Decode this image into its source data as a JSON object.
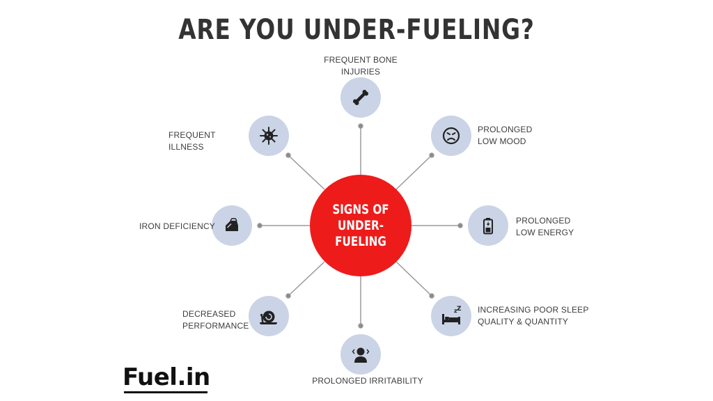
{
  "title": "ARE YOU UNDER-FUELING?",
  "center": {
    "line1": "SIGNS OF",
    "line2": "UNDER-FUELING",
    "color": "#ee1b1b"
  },
  "node_color": "#cad4e6",
  "signs": [
    {
      "id": "bone",
      "icon": "bone-icon",
      "lines": [
        "FREQUENT BONE",
        "INJURIES"
      ]
    },
    {
      "id": "mood",
      "icon": "sad-face-icon",
      "lines": [
        "PROLONGED",
        "LOW MOOD"
      ]
    },
    {
      "id": "energy",
      "icon": "battery-icon",
      "lines": [
        "PROLONGED",
        "LOW ENERGY"
      ]
    },
    {
      "id": "sleep",
      "icon": "bed-icon",
      "lines": [
        "INCREASING POOR SLEEP",
        "QUALITY & QUANTITY"
      ]
    },
    {
      "id": "irritability",
      "icon": "irritated-person-icon",
      "lines": [
        "PROLONGED IRRITABILITY"
      ]
    },
    {
      "id": "performance",
      "icon": "snail-icon",
      "lines": [
        "DECREASED",
        "PERFORMANCE"
      ]
    },
    {
      "id": "iron",
      "icon": "iron-icon",
      "lines": [
        "IRON DEFICIENCY"
      ]
    },
    {
      "id": "illness",
      "icon": "virus-icon",
      "lines": [
        "FREQUENT ILLNESS"
      ]
    }
  ],
  "logo": "Fuel.in"
}
